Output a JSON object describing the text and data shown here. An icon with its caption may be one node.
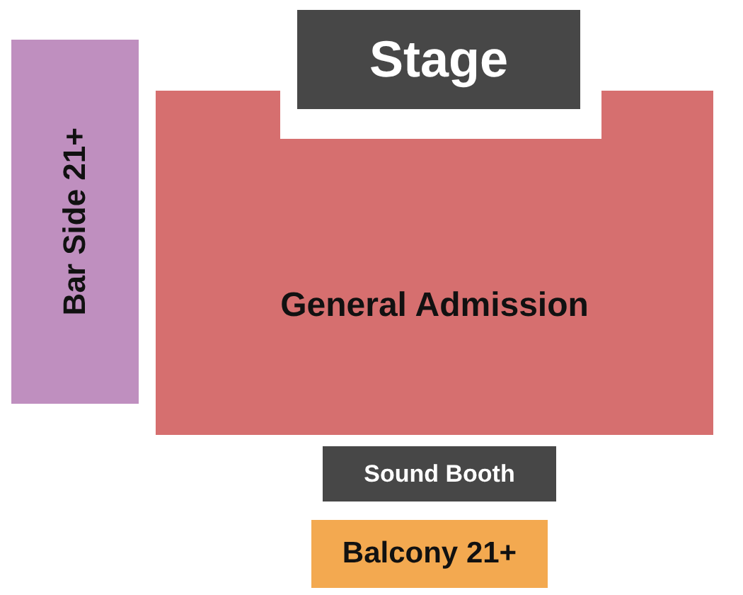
{
  "diagram": {
    "nodes": [
      {
        "text": [
          "Stage"
        ]
      },
      {
        "text": [
          "Bar Side 21+"
        ]
      },
      {
        "text": [
          "General Admission"
        ]
      },
      {
        "text": [
          "Sound Booth"
        ]
      },
      {
        "text": [
          "Balcony 21+"
        ]
      }
    ]
  }
}
